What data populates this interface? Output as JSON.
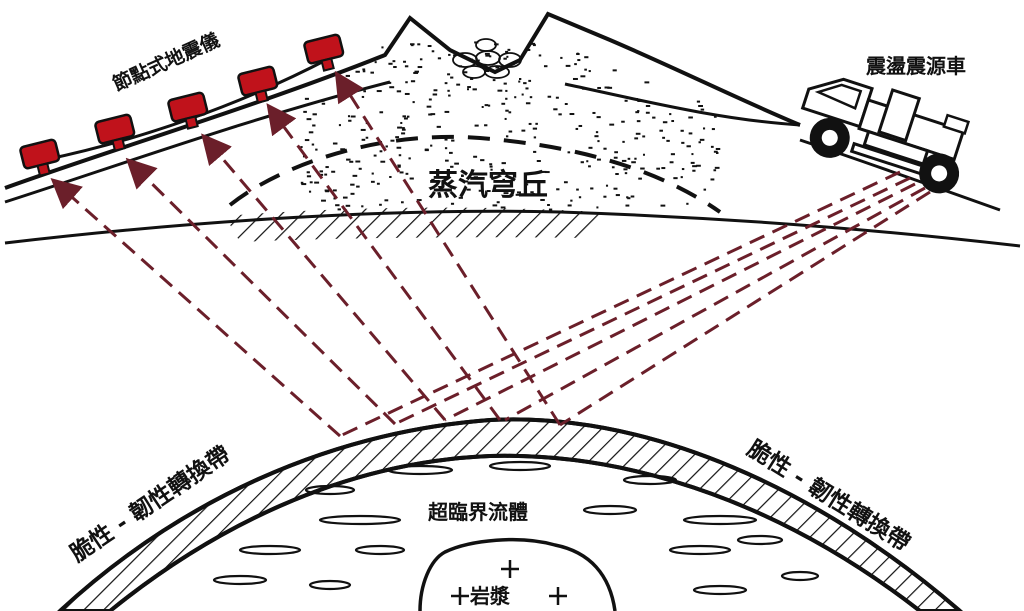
{
  "labels": {
    "nodal_seismometers": "節點式地震儀",
    "vibroseis_truck": "震盪震源車",
    "steam_dome": "蒸汽穹丘",
    "bdt_left": "脆性 - 韌性轉換帶",
    "bdt_right": "脆性 - 韌性轉換帶",
    "supercritical_fluid": "超臨界流體",
    "magma": "岩漿"
  },
  "colors": {
    "ray": "#6b1f2a",
    "sensor": "#c0121b",
    "ink": "#111111"
  },
  "icons": {
    "sensor": "seismometer-icon",
    "truck": "vibroseis-truck-icon"
  }
}
